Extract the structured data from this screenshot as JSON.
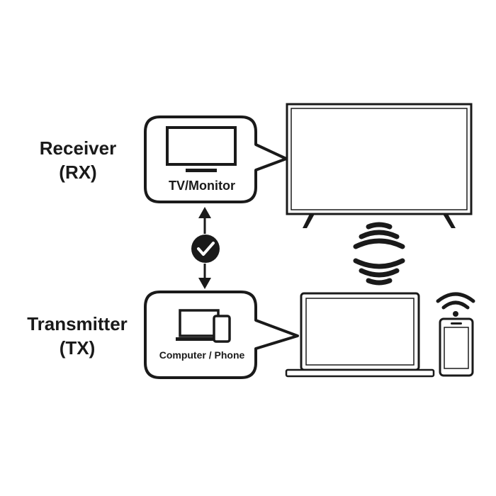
{
  "labels": {
    "receiver": "Receiver",
    "receiver_abbr": "(RX)",
    "transmitter": "Transmitter",
    "transmitter_abbr": "(TX)"
  },
  "callouts": {
    "receiver_device": "TV/Monitor",
    "transmitter_device": "Computer / Phone"
  },
  "icons": [
    "tv-icon",
    "monitor-icon",
    "laptop-icon",
    "phone-icon",
    "wifi-icon",
    "check-circle-icon",
    "double-arrow-icon"
  ],
  "colors": {
    "ink": "#1a1a1a",
    "background": "#ffffff"
  }
}
